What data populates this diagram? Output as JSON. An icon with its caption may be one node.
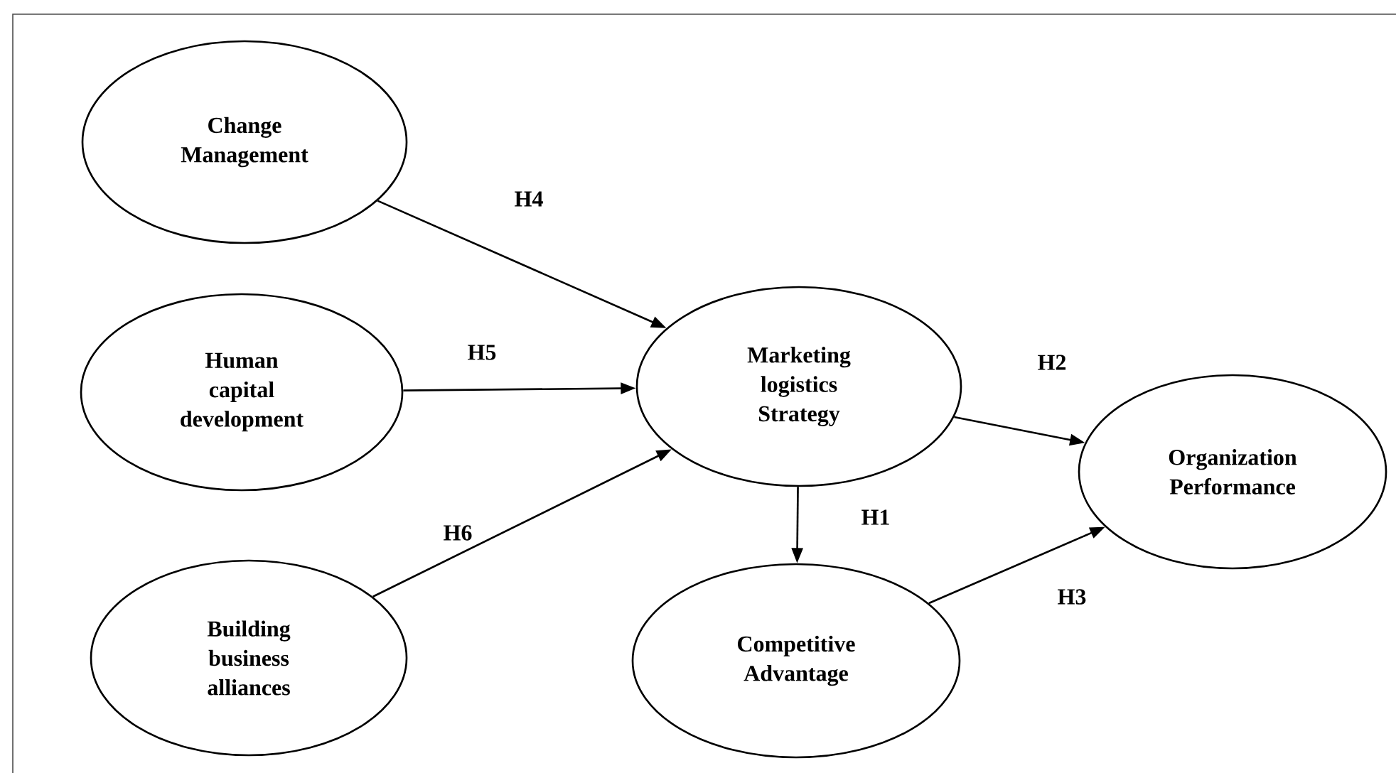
{
  "diagram": {
    "nodes": [
      {
        "text": [
          "Change Management"
        ]
      },
      {
        "text": [
          "Human capital development"
        ]
      },
      {
        "text": [
          "Building business alliances"
        ]
      },
      {
        "text": [
          "Marketing logistics Strategy"
        ]
      },
      {
        "text": [
          "Competitive Advantage"
        ]
      },
      {
        "text": [
          "Organization Performance"
        ]
      }
    ],
    "edges": [
      {
        "from": 0,
        "to": 3,
        "arrow": "to",
        "label": "H4"
      },
      {
        "from": 1,
        "to": 3,
        "arrow": "to",
        "label": "H5"
      },
      {
        "from": 2,
        "to": 3,
        "arrow": "to",
        "label": "H6"
      },
      {
        "from": 3,
        "to": 4,
        "arrow": "to",
        "label": "H1"
      },
      {
        "from": 3,
        "to": 5,
        "arrow": "to",
        "label": "H2"
      },
      {
        "from": 4,
        "to": 5,
        "arrow": "to",
        "label": "H3"
      }
    ]
  }
}
